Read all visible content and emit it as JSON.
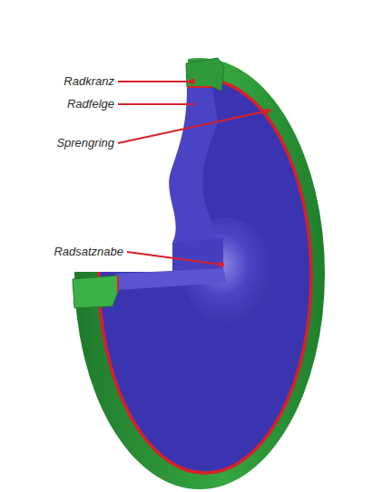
{
  "diagram": {
    "labels": [
      "Radkranz",
      "Radfelge",
      "Sprengring",
      "Radsatznabe"
    ]
  }
}
